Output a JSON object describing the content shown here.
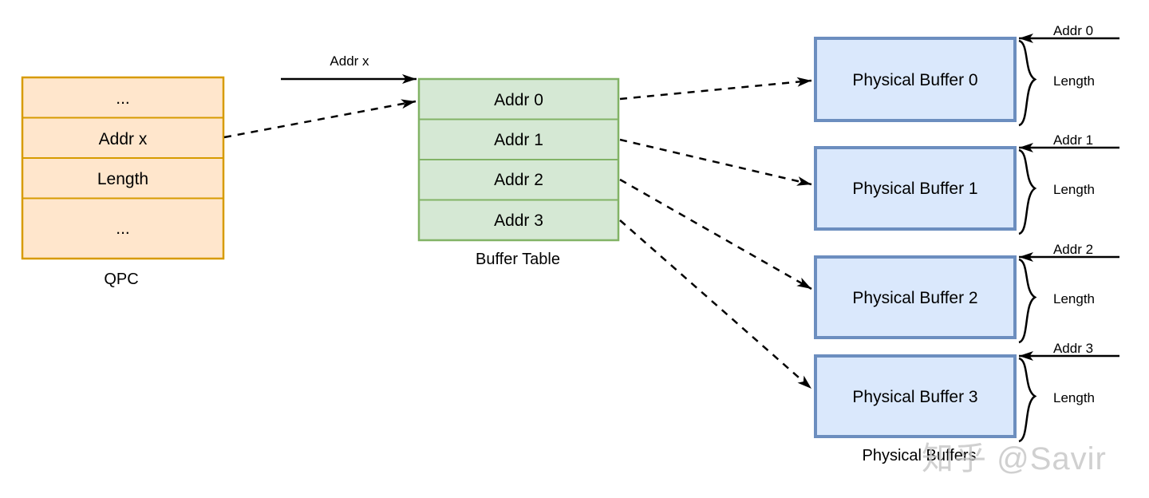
{
  "diagram": {
    "qpc": {
      "caption": "QPC",
      "rows": [
        "...",
        "Addr x",
        "Length",
        "..."
      ],
      "fill": "#FFE6CC",
      "stroke": "#D79B00"
    },
    "lookup_arrow": {
      "label": "Addr x"
    },
    "buffer_table": {
      "caption": "Buffer Table",
      "rows": [
        "Addr 0",
        "Addr 1",
        "Addr 2",
        "Addr 3"
      ],
      "fill": "#D5E8D4",
      "stroke": "#82B366"
    },
    "physical_buffers": {
      "caption": "Physical Buffers",
      "fill": "#DAE8FC",
      "stroke": "#6C8EBF",
      "items": [
        {
          "label": "Physical Buffer 0",
          "addr": "Addr 0",
          "length": "Length"
        },
        {
          "label": "Physical Buffer 1",
          "addr": "Addr 1",
          "length": "Length"
        },
        {
          "label": "Physical Buffer 2",
          "addr": "Addr 2",
          "length": "Length"
        },
        {
          "label": "Physical Buffer 3",
          "addr": "Addr 3",
          "length": "Length"
        }
      ]
    },
    "watermark": "知乎 @Savir",
    "colors": {
      "text": "#000000",
      "connector": "#000000",
      "watermark": "#c6c6c6"
    }
  }
}
